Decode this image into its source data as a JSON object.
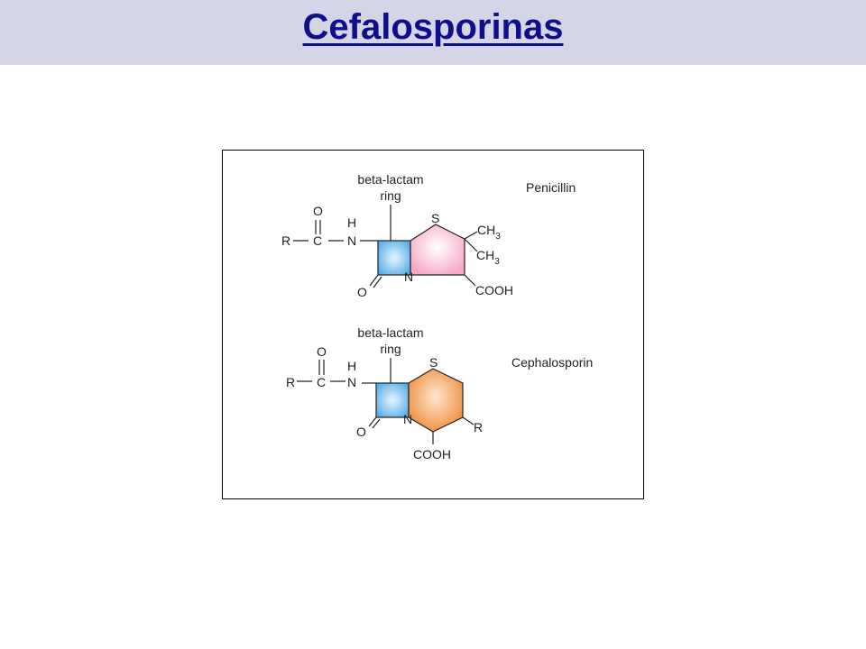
{
  "slide": {
    "title": "Cefalosporinas"
  },
  "penicillin": {
    "name": "Penicillin",
    "ring_label_line1": "beta-lactam",
    "ring_label_line2": "ring",
    "atoms": {
      "r": "R",
      "c": "C",
      "o_carbonyl": "O",
      "h": "H",
      "n_amide": "N",
      "n_ring": "N",
      "o_lactam": "O",
      "s": "S",
      "ch3_top": "CH",
      "ch3_top_sub": "3",
      "ch3_bottom": "CH",
      "ch3_bottom_sub": "3",
      "cooh": "COOH"
    }
  },
  "cephalosporin": {
    "name": "Cephalosporin",
    "ring_label_line1": "beta-lactam",
    "ring_label_line2": "ring",
    "atoms": {
      "r": "R",
      "c": "C",
      "o_carbonyl": "O",
      "h": "H",
      "n_amide": "N",
      "n_ring": "N",
      "o_lactam": "O",
      "s": "S",
      "r_side": "R",
      "cooh": "COOH"
    }
  },
  "colors": {
    "title_bar": "#d5d5e8",
    "title_text": "#0f0f8c",
    "beta_lactam_ring": "#5aaee8",
    "thiazolidine_ring": "#f6a9c8",
    "dihydrothiazine_ring": "#ef8c3c"
  }
}
